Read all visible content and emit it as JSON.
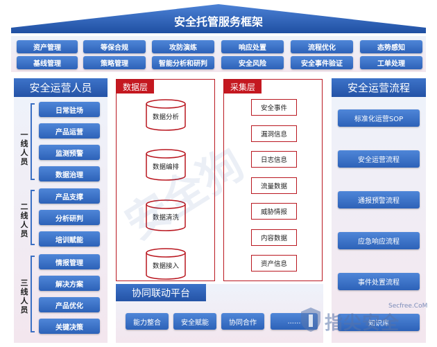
{
  "title": "安全托管服务框架",
  "top_services": [
    "资产管理",
    "等保合规",
    "攻防演练",
    "响应处置",
    "流程优化",
    "态势感知",
    "基线管理",
    "策略管理",
    "智能分析和研判",
    "安全风险",
    "安全事件验证",
    "工单处理"
  ],
  "staff": {
    "title": "安全运营人员",
    "tiers": [
      {
        "label": "一线人员",
        "items": [
          "日常驻场",
          "产品运营",
          "监测预警",
          "数据治理"
        ]
      },
      {
        "label": "二线人员",
        "items": [
          "产品支撑",
          "分析研判",
          "培训赋能"
        ]
      },
      {
        "label": "三线人员",
        "items": [
          "情报管理",
          "解决方案",
          "产品优化",
          "关键决策"
        ]
      }
    ]
  },
  "data_layer": {
    "title": "数据层",
    "items": [
      "数据分析",
      "数据编排",
      "数据清洗",
      "数据接入"
    ]
  },
  "collect_layer": {
    "title": "采集层",
    "items": [
      "安全事件",
      "漏洞信息",
      "日志信息",
      "流量数据",
      "威胁情报",
      "内容数据",
      "资产信息"
    ]
  },
  "platform": {
    "title": "协同联动平台",
    "items": [
      "能力整合",
      "安全赋能",
      "协同合作",
      "......"
    ]
  },
  "process": {
    "title": "安全运营流程",
    "items": [
      "标准化运营SOP",
      "安全运营流程",
      "通报预警流程",
      "应急响应流程",
      "事件处置流程",
      "知识库"
    ]
  },
  "branding": {
    "logo_text": "指尖安全",
    "site": "Secfree.CoM"
  },
  "colors": {
    "blue": "#2d62b8",
    "red": "#c41820"
  }
}
